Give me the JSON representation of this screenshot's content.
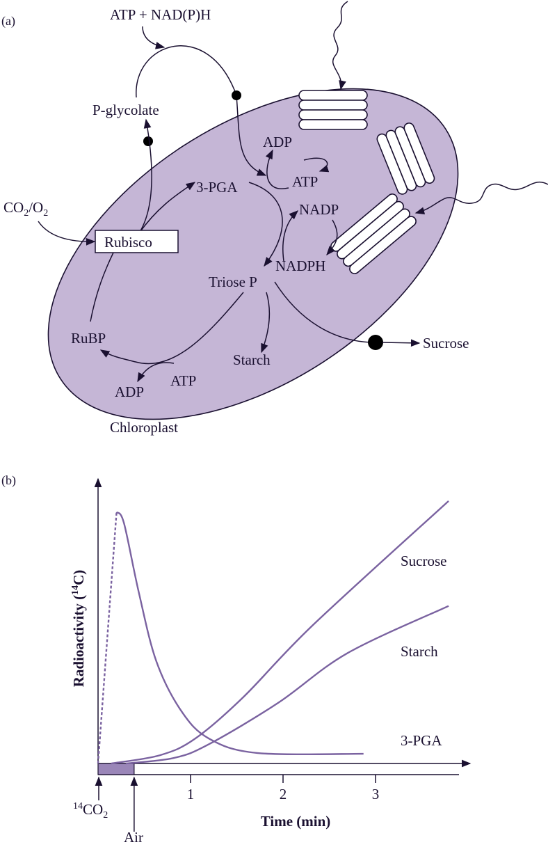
{
  "panel_a": {
    "panel_label": "(a)",
    "energy_input": "ATP + NAD(P)H",
    "p_glycolate": "P-glycolate",
    "co2_o2": {
      "co": "CO",
      "sub1": "2",
      "slash": "/O",
      "sub2": "2"
    },
    "rubisco": "Rubisco",
    "pga": "3-PGA",
    "adp_top": "ADP",
    "atp_top": "ATP",
    "nadp": "NADP",
    "nadph": "NADPH",
    "triose_p": "Triose P",
    "rubp": "RuBP",
    "starch": "Starch",
    "atp_bottom": "ATP",
    "adp_bottom": "ADP",
    "sucrose": "Sucrose",
    "chloroplast": "Chloroplast",
    "colors": {
      "chloroplast_fill": "#c5b6d6",
      "ink": "#1a1030"
    }
  },
  "panel_b": {
    "panel_label": "(b)",
    "co2_marker": {
      "sup": "14",
      "co": "CO",
      "sub": "2"
    },
    "air_marker": "Air",
    "chart_data": {
      "type": "line",
      "xlabel": "Time (min)",
      "ylabel": {
        "text": "Radioactivity (",
        "sup": "14",
        "end": "C)"
      },
      "xticks": [
        1,
        2,
        3
      ],
      "xlim": [
        0,
        4
      ],
      "ylim": [
        0,
        100
      ],
      "labeling_pulse_min": [
        0,
        0.39
      ],
      "series": [
        {
          "name": "Sucrose",
          "points": [
            [
              0.14,
              0
            ],
            [
              0.67,
              3
            ],
            [
              1.05,
              9
            ],
            [
              1.57,
              24
            ],
            [
              2.32,
              50
            ],
            [
              3.79,
              95
            ]
          ]
        },
        {
          "name": "Starch",
          "points": [
            [
              0.3,
              0
            ],
            [
              0.82,
              2
            ],
            [
              1.2,
              7
            ],
            [
              1.95,
              22
            ],
            [
              2.7,
              40
            ],
            [
              3.79,
              57
            ]
          ]
        },
        {
          "name": "3-PGA",
          "rise_dashed": [
            [
              0,
              0
            ],
            [
              0.2,
              91
            ]
          ],
          "points": [
            [
              0.2,
              91
            ],
            [
              0.28,
              87
            ],
            [
              0.44,
              62
            ],
            [
              0.63,
              37
            ],
            [
              0.9,
              19
            ],
            [
              1.2,
              9
            ],
            [
              1.72,
              3.8
            ],
            [
              2.87,
              3.5
            ]
          ]
        }
      ],
      "color": "#7a62a0"
    }
  }
}
